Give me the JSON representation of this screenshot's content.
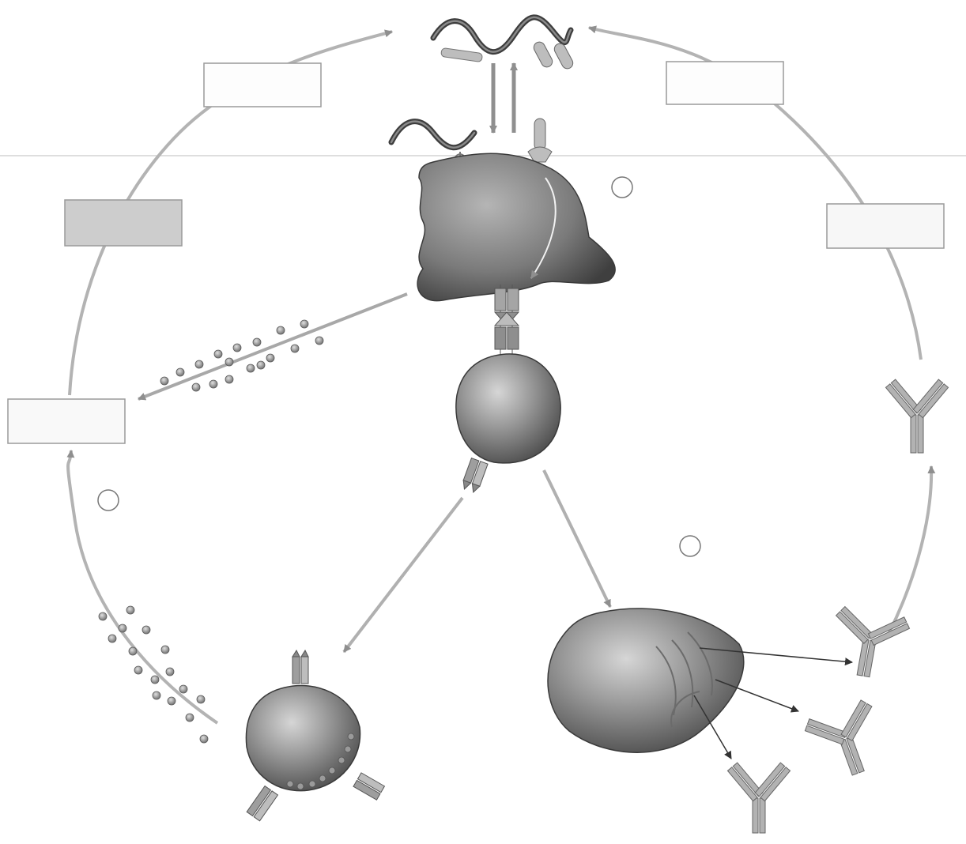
{
  "diagram": {
    "label_boxes": [
      {
        "id": "box-top-left",
        "shaded": false
      },
      {
        "id": "box-top-right",
        "shaded": false
      },
      {
        "id": "box-mid-left",
        "shaded": true
      },
      {
        "id": "box-mid-right",
        "shaded": false
      },
      {
        "id": "box-lower-left",
        "shaded": false
      }
    ],
    "blank_circles": [
      "circle-upper",
      "circle-left",
      "circle-right"
    ],
    "colors": {
      "line": "#b8b8b8",
      "arrow": "#8f8f8f",
      "cell_fill": "#8c8c8c",
      "cell_dark": "#4a4a4a",
      "antibody": "#a9a9a9",
      "dots": "#7a7a7a"
    }
  }
}
